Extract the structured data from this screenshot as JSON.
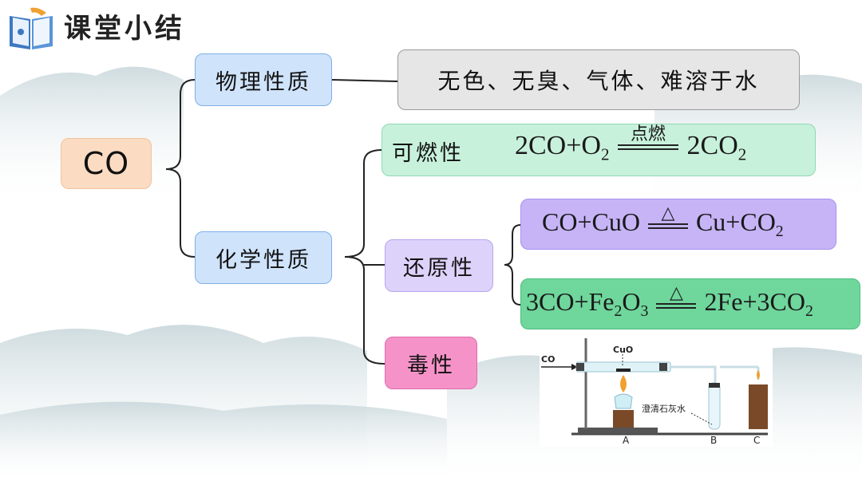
{
  "header": {
    "title": "课堂小结"
  },
  "center": {
    "label": "CO"
  },
  "physical": {
    "label": "物理性质",
    "desc": "无色、无臭、气体、难溶于水"
  },
  "chemical": {
    "label": "化学性质",
    "combustibility": {
      "label": "可燃性",
      "eq_left": "2CO+O",
      "eq_left_sub": "2",
      "condition": "点燃",
      "eq_right": "2CO",
      "eq_right_sub": "2"
    },
    "reducibility": {
      "label": "还原性",
      "eq1": {
        "left": "CO+CuO",
        "condition": "△",
        "right": "Cu+CO",
        "right_sub": "2"
      },
      "eq2": {
        "left_a": "3CO+Fe",
        "sub_a": "2",
        "left_b": "O",
        "sub_b": "3",
        "condition": "△",
        "right": "2Fe+3CO",
        "right_sub": "2"
      }
    },
    "toxicity": {
      "label": "毒性"
    }
  },
  "apparatus": {
    "gas_label": "CO",
    "cuo_label": "CuO",
    "limewater_label": "澄清石灰水",
    "label_a": "A",
    "label_b": "B",
    "label_c": "C"
  }
}
